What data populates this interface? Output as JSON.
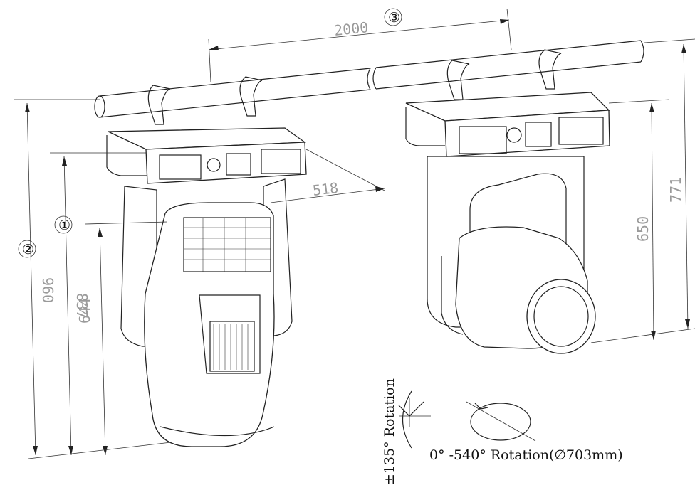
{
  "dimensions": {
    "truss_length": "2000",
    "width": "518",
    "height_total_left": "960",
    "height_mid_left": "837",
    "height_inner_left": "644",
    "height_inner_right": "650",
    "height_total_right": "771"
  },
  "markers": {
    "m1": "①",
    "m2": "②",
    "m3": "③"
  },
  "notes": {
    "tilt": "±135° Rotation",
    "pan": "0° -540° Rotation(∅703mm)"
  },
  "colors": {
    "line": "#222222",
    "dimension_text": "#9a9a9a"
  }
}
